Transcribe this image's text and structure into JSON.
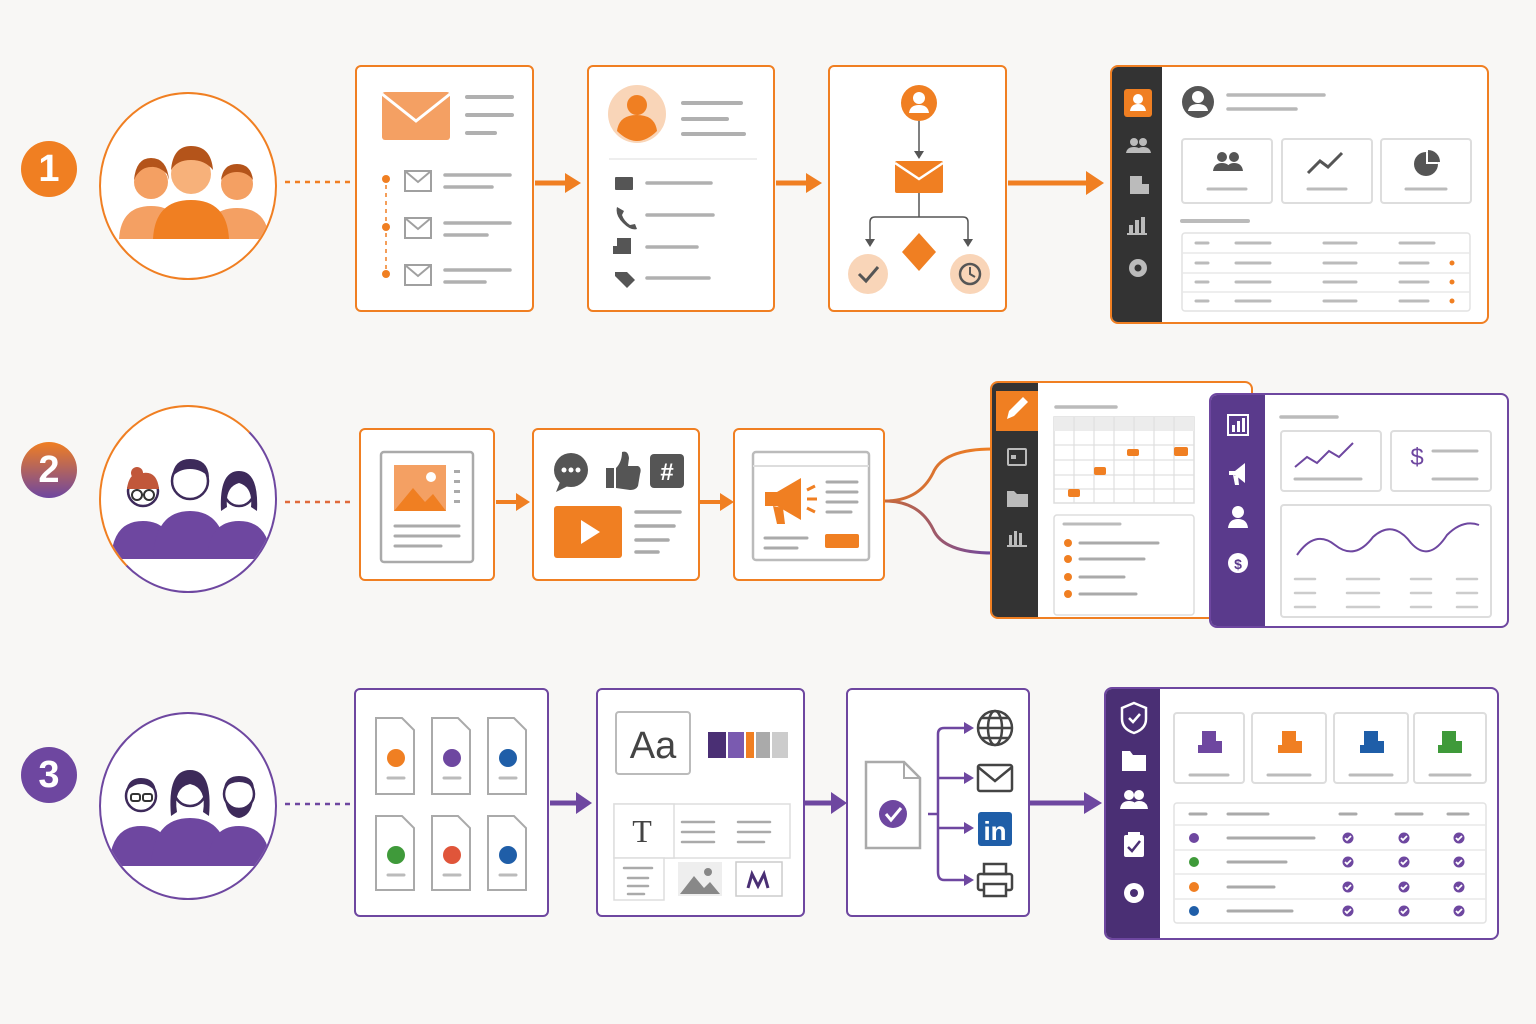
{
  "rows": [
    {
      "number": "1",
      "accent": "#f07f22"
    },
    {
      "number": "2",
      "accent_start": "#f07f22",
      "accent_end": "#6e47a0"
    },
    {
      "number": "3",
      "accent": "#6e47a0"
    }
  ],
  "colors": {
    "orange": "#f07f22",
    "purple": "#6e47a0",
    "dark_sidebar": "#333333",
    "purple_sidebar": "#5a3a8c",
    "grey_line": "#9a9a9a",
    "blue": "#1f5ea8",
    "green": "#3f9a3a",
    "red": "#e0553a"
  },
  "icons": {
    "row1": [
      "people-group-icon",
      "email-sequence-icon",
      "contact-card-icon",
      "workflow-icon",
      "crm-dashboard-icon"
    ],
    "row2": [
      "people-group-icon",
      "image-post-icon",
      "social-media-icon",
      "campaign-icon",
      "calendar-dashboard-icon",
      "analytics-dashboard-icon"
    ],
    "row3": [
      "people-group-icon",
      "documents-icon",
      "brand-kit-icon",
      "distribution-icon",
      "compliance-dashboard-icon"
    ]
  },
  "text": {
    "brand_font_sample": "Aa",
    "text_tool": "T",
    "hashtag": "#",
    "dollar": "$",
    "linkedin": "in"
  }
}
